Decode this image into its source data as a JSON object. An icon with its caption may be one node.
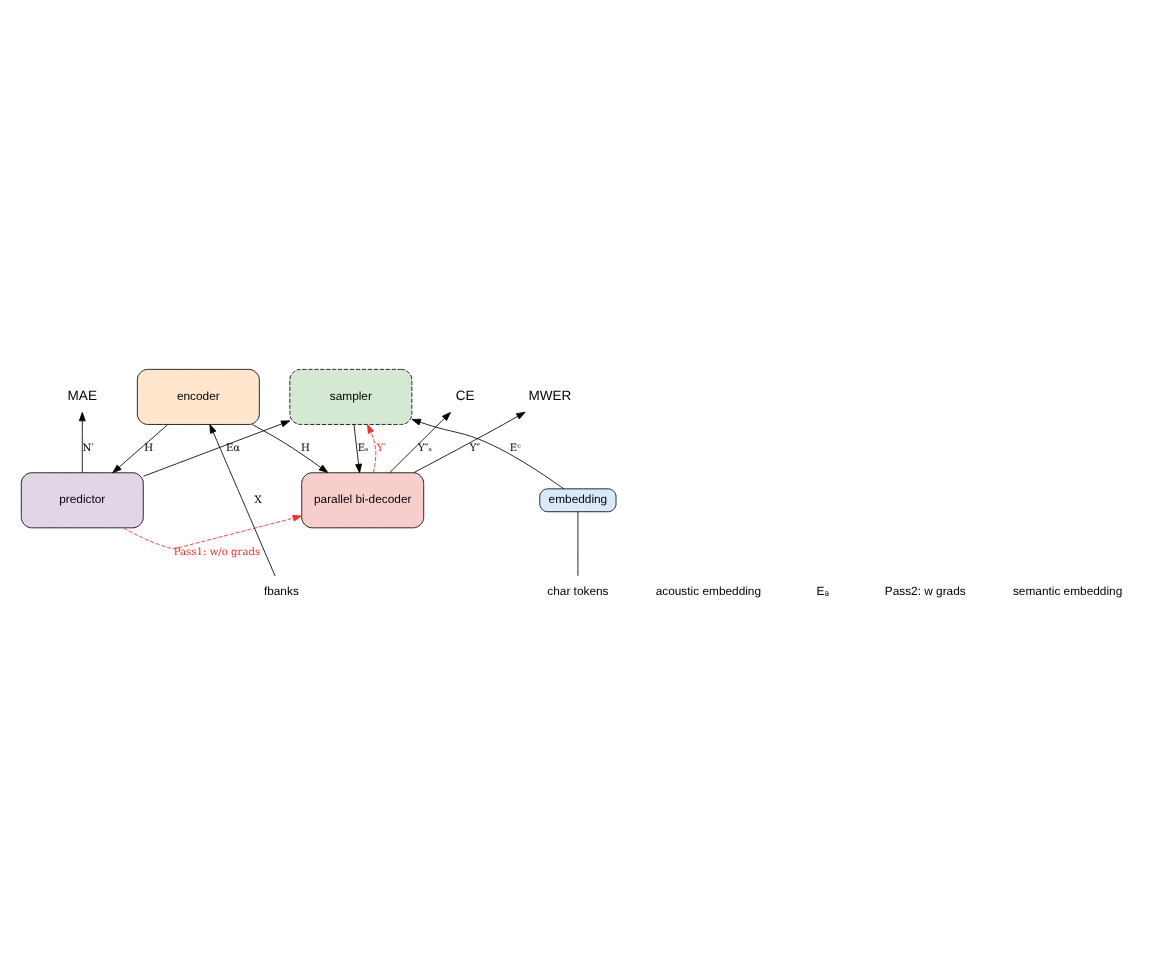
{
  "diagram": {
    "nodes": [
      {
        "text": [
          "MAE"
        ]
      },
      {
        "text": [
          "predictor"
        ]
      },
      {
        "text": [
          "CE"
        ]
      },
      {
        "text": [
          "MWER"
        ]
      },
      {
        "text": [
          "parallel bi-decoder"
        ]
      },
      {
        "text": [
          "encoder"
        ]
      },
      {
        "text": [
          "sampler"
        ]
      },
      {
        "text": [
          "embedding"
        ]
      },
      {
        "text": [
          "fbanks"
        ]
      },
      {
        "text": [
          "char tokens"
        ]
      }
    ],
    "edges": [
      {
        "from": 1,
        "to": 0,
        "arrow": "to",
        "label": "N′"
      },
      {
        "from": 4,
        "to": 2,
        "arrow": "to",
        "label": "Y″ₛ"
      },
      {
        "from": 4,
        "to": 3,
        "arrow": "to",
        "label": "Y″"
      },
      {
        "from": 5,
        "to": 1,
        "arrow": "to",
        "label": "H"
      },
      {
        "from": 8,
        "to": 5,
        "arrow": "to",
        "label": "X"
      },
      {
        "from": 5,
        "to": 4,
        "arrow": "to",
        "label": "H"
      },
      {
        "from": 1,
        "to": 6,
        "arrow": "to",
        "label": "Eα"
      },
      {
        "from": 1,
        "to": 4,
        "arrow": "to",
        "label": "Pass1: w/o grads",
        "style": "dashed",
        "color": "#e8332e"
      },
      {
        "from": 6,
        "to": 4,
        "arrow": "to",
        "label": "Eₛ"
      },
      {
        "from": 4,
        "to": 6,
        "arrow": "to",
        "label": "Y′",
        "style": "dashed",
        "color": "#e8332e"
      },
      {
        "from": 7,
        "to": 6,
        "arrow": "to",
        "label": "Eᶜ"
      },
      {
        "from": 9,
        "to": 7,
        "arrow": "none"
      }
    ],
    "labels": [
      "acoustic embedding",
      "Eₐ",
      "Pass2: w grads",
      "semantic embedding"
    ]
  }
}
